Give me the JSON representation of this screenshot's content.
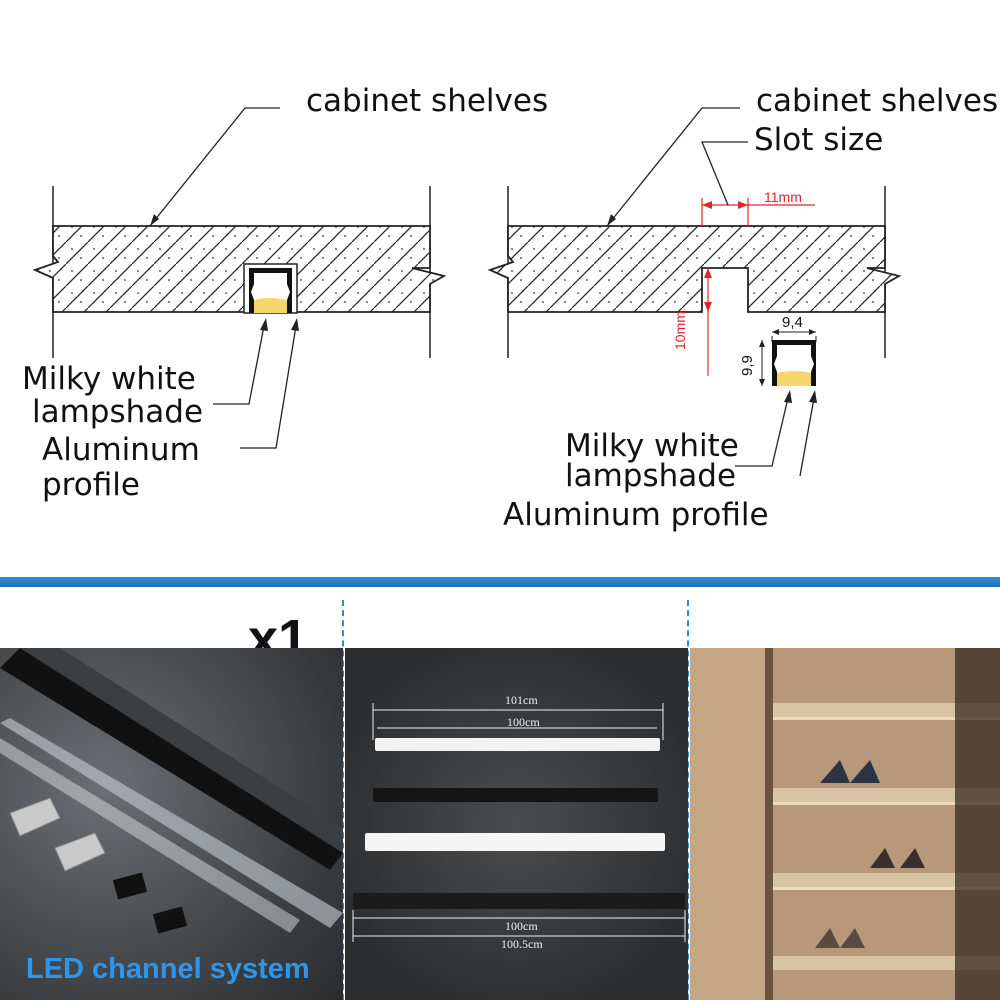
{
  "left_diagram": {
    "shelf_label": "cabinet shelves",
    "lampshade_label_1": "Milky white",
    "lampshade_label_2": "lampshade",
    "profile_label_1": "Aluminum",
    "profile_label_2": "profile"
  },
  "right_diagram": {
    "shelf_label": "cabinet shelves",
    "slot_label": "Slot size",
    "slot_width": "11mm",
    "slot_depth": "10mm",
    "profile_width": "9,4",
    "profile_height": "9,9",
    "lampshade_label_1": "Milky white",
    "lampshade_label_2": "lampshade",
    "profile_label": "Aluminum profile"
  },
  "quantity_label": "x1",
  "product_caption": "LED channel system",
  "photo_dimensions": {
    "top_length": "101cm",
    "inner_length_top": "100cm",
    "inner_length_bottom": "100cm",
    "bottom_length": "100.5cm"
  },
  "colors": {
    "accent_blue": "#2e8ad8",
    "dimension_red": "#e0262b",
    "lamp_yellow": "#f5d66b"
  }
}
